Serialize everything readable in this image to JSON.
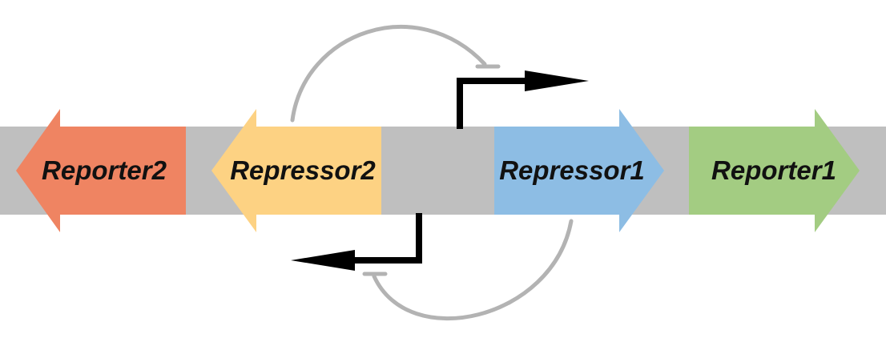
{
  "colors": {
    "backbone": "#bfbfbf",
    "promoter": "#000000",
    "repression": "#b3b3b3",
    "reporter2": "#ef8462",
    "repressor2": "#fdd283",
    "repressor1": "#8dbde4",
    "reporter1": "#a3cc82"
  },
  "genes": {
    "reporter2": {
      "label": "Reporter2",
      "direction": "left"
    },
    "repressor2": {
      "label": "Repressor2",
      "direction": "left"
    },
    "repressor1": {
      "label": "Repressor1",
      "direction": "right"
    },
    "reporter1": {
      "label": "Reporter1",
      "direction": "right"
    }
  },
  "regulation": [
    {
      "from": "repressor2",
      "to": "forward-promoter",
      "type": "repression"
    },
    {
      "from": "repressor1",
      "to": "reverse-promoter",
      "type": "repression"
    }
  ]
}
